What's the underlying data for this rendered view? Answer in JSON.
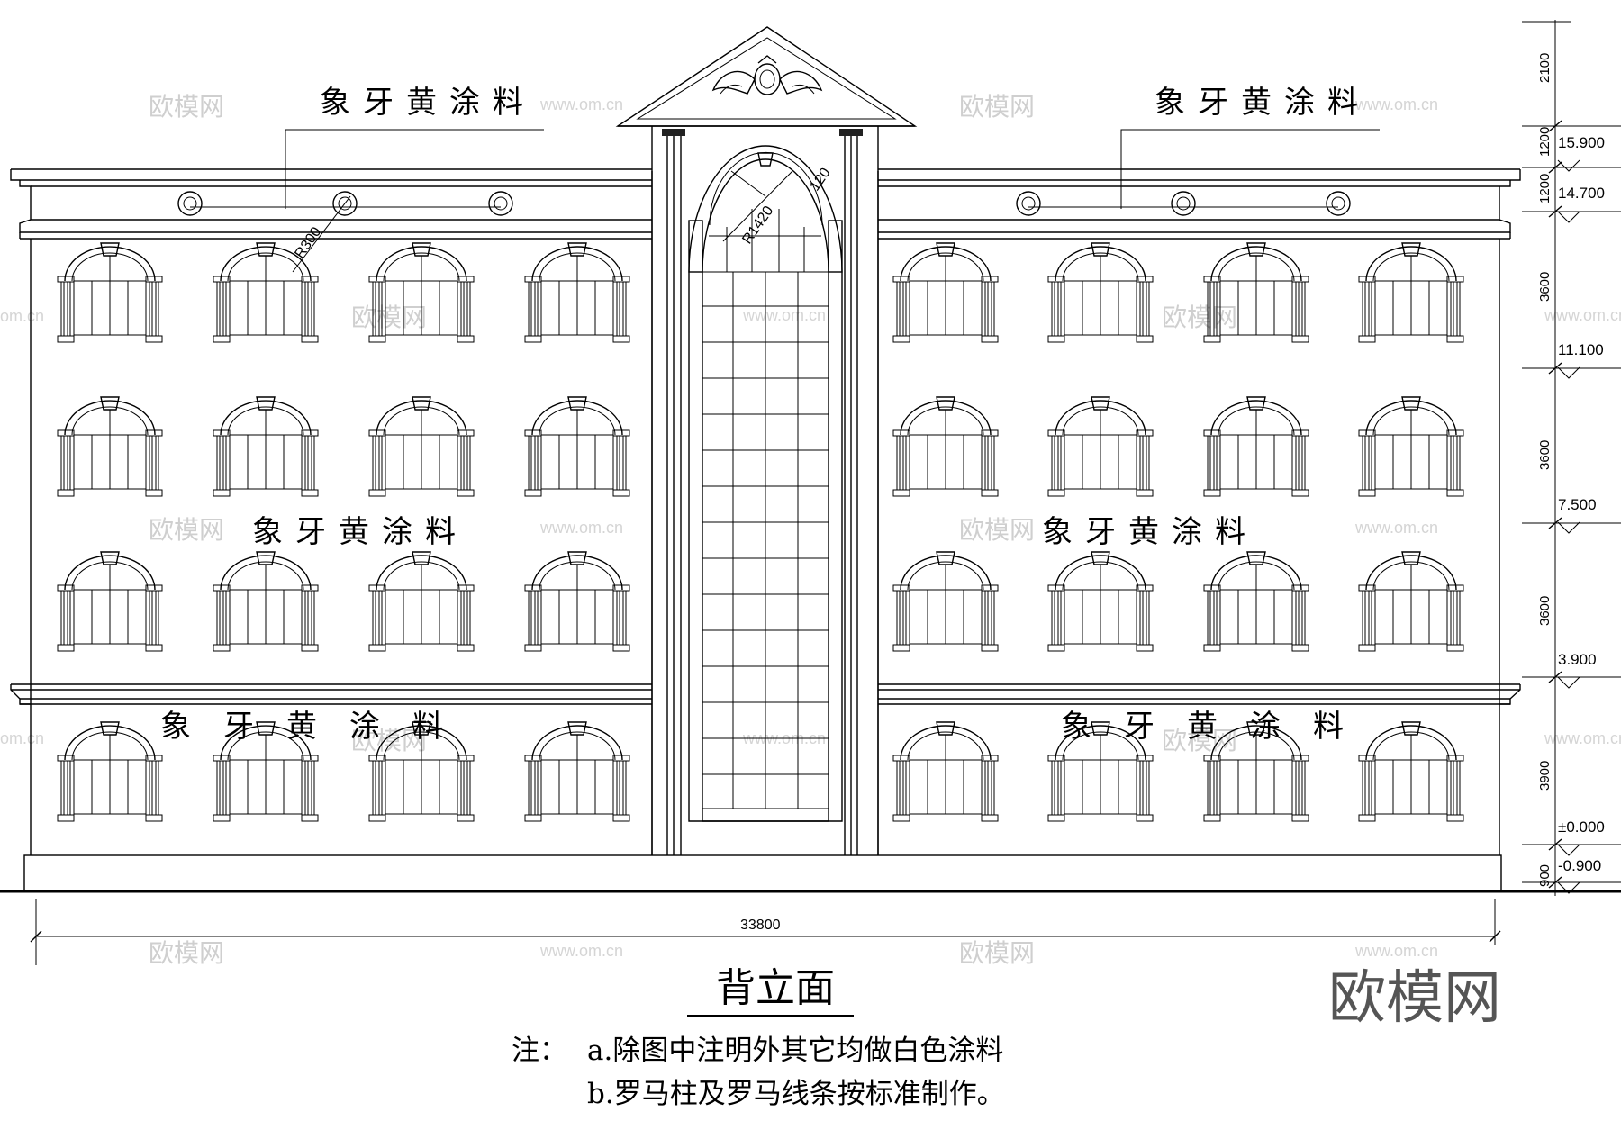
{
  "drawing": {
    "title": "背立面",
    "notes": {
      "label": "注：",
      "line_a": "a.除图中注明外其它均做白色涂料",
      "line_b": "b.罗马柱及罗马线条按标准制作。"
    },
    "material_label": "象牙黄涂料",
    "overall_width": "33800",
    "radius_labels": [
      "R300",
      "R1420",
      "120"
    ],
    "levels": [
      "15.900",
      "14.700",
      "11.100",
      "7.500",
      "3.900",
      "±0.000",
      "-0.900"
    ],
    "vertical_dims": [
      "2100",
      "1200",
      "1200",
      "3600",
      "3600",
      "3600",
      "3900",
      "900"
    ]
  },
  "watermarks": {
    "cn": "欧模网",
    "url": "www.om.cn",
    "url_partial": "om.cn",
    "brand": "欧模网"
  }
}
